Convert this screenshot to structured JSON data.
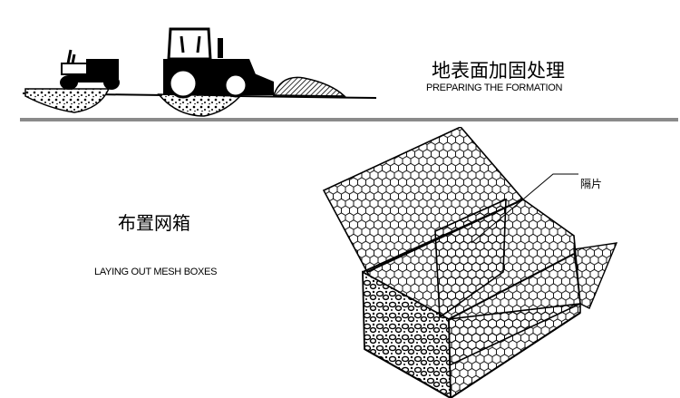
{
  "step1": {
    "title_cn": "地表面加固处理",
    "title_en": "PREPARING THE FORMATION"
  },
  "step2": {
    "title_cn": "布置网箱",
    "title_en": "LAYING OUT MESH BOXES",
    "callout": "隔片"
  },
  "colors": {
    "ink": "#000000",
    "divider": "#8a8a8a",
    "background": "#ffffff"
  }
}
